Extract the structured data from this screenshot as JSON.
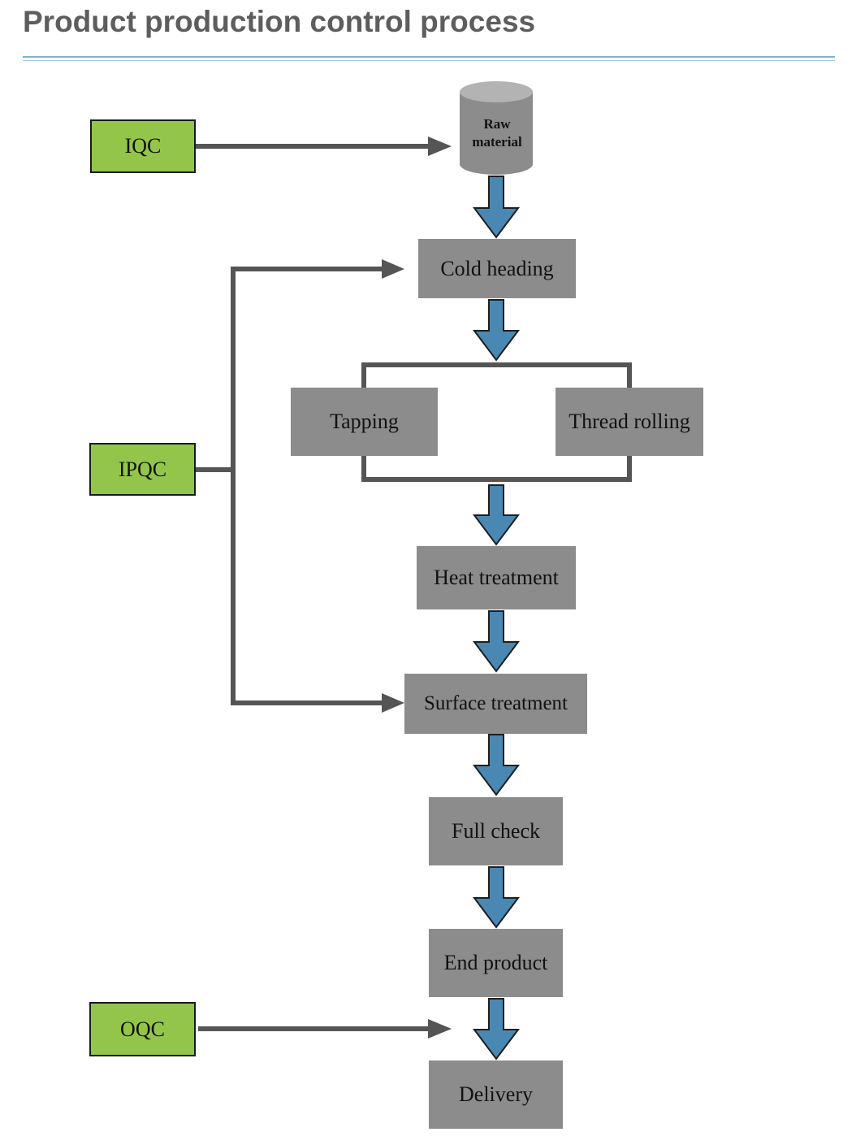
{
  "header": {
    "title": "Product production control process"
  },
  "qc": {
    "iqc": "IQC",
    "ipqc": "IPQC",
    "oqc": "OQC"
  },
  "raw_material": {
    "line1": "Raw",
    "line2": "material"
  },
  "steps": {
    "cold_heading": "Cold heading",
    "tapping": "Tapping",
    "thread_rolling": "Thread rolling",
    "heat_treatment": "Heat treatment",
    "surface_treatment": "Surface treatment",
    "full_check": "Full check",
    "end_product": "End product",
    "delivery": "Delivery"
  },
  "colors": {
    "process_box": "#8c8c8c",
    "qc_box": "#93c54b",
    "flow_arrow": "#4a88b4",
    "connector": "#555555",
    "title_rule": "#7fb3cc"
  }
}
